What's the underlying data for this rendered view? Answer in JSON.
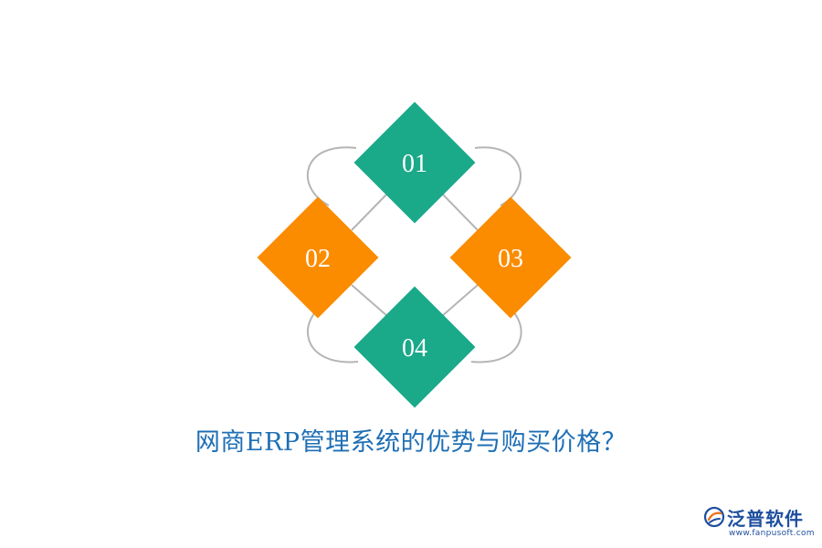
{
  "diagram": {
    "items": [
      {
        "label": "01",
        "color": "#1aa989"
      },
      {
        "label": "02",
        "color": "#fb8c00"
      },
      {
        "label": "03",
        "color": "#fb8c00"
      },
      {
        "label": "04",
        "color": "#1aa989"
      }
    ],
    "connector_color": "#b5b5b5"
  },
  "title": "网商ERP管理系统的优势与购买价格？",
  "brand": {
    "name": "泛普软件",
    "url": "www.fanpusoft.com",
    "color": "#1e4f9e"
  }
}
